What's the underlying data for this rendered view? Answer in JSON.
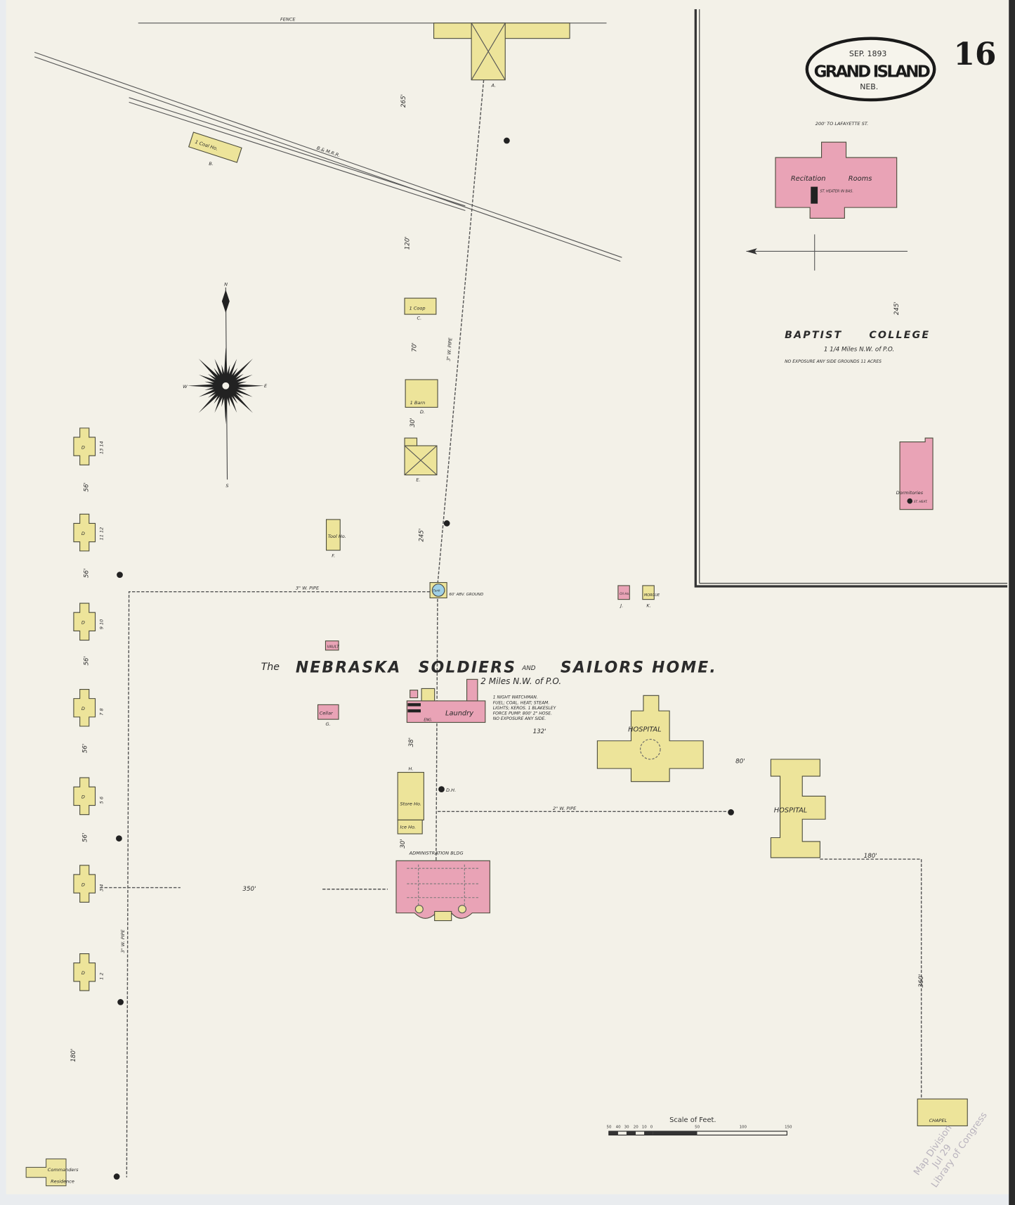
{
  "colors": {
    "paper": "#f3f1e8",
    "brick": "#e9a3b6",
    "frame": "#ede49a",
    "tank": "#9fd0e6",
    "ink": "#2b2b2b",
    "stamp": "#b9b3bd"
  },
  "sheet": {
    "date": "SEP. 1893",
    "city": "GRAND ISLAND",
    "state": "NEB.",
    "number": "16"
  },
  "title": {
    "the": "The",
    "name1": "NEBRASKA",
    "name2": "SOLDIERS",
    "and": "AND",
    "name3": "SAILORS HOME.",
    "distance": "2 Miles N.W. of P.O.",
    "notes": [
      "1 NIGHT WATCHMAN.",
      "FUEL; COAL. HEAT; STEAM.",
      "LIGHTS; KEROS. 1 BLAKESLEY",
      "FORCE PUMP. 800' 2\" HOSE.",
      "NO EXPOSURE ANY SIDE."
    ]
  },
  "labels": {
    "fence": "FENCE",
    "railroad": "B.& M.R.R.",
    "coal": "1 Coal Ho.",
    "coal_letter": "B.",
    "top_letter": "A.",
    "coop": "1 Coop",
    "coop_letter": "C.",
    "barn": "1 Barn",
    "barn_letter": "D.",
    "e_letter": "E.",
    "tool": "Tool Ho.",
    "tool_letter": "F.",
    "pipe1": "3\" W. PIPE",
    "pipe2": "2\" W. PIPE",
    "pipe3": "3\" W. PIPE",
    "tank": "Tank",
    "tank_note": "60' ABV. GROUND",
    "vault": "VAULT",
    "cellar": "Cellar",
    "cellar_letter": "G.",
    "laundry": "Laundry",
    "engine": "ENG.",
    "oil_letter": "J.",
    "oil": "Oil Ho.",
    "morgue": "MORGUE",
    "morgue_letter": "K.",
    "hospital1": "HOSPITAL",
    "hospital2": "HOSPITAL",
    "store": "Store Ho.",
    "store_letter": "H.",
    "ice": "Ice Ho.",
    "dh": "D.H.",
    "admin": "ADMINISTRATION BLDG",
    "chapel": "CHAPEL",
    "commanders1": "Commanders",
    "commanders2": "Residence",
    "cottage": "D",
    "cottage_numbers": [
      "13 14",
      "11 12",
      "9 10",
      "7 8",
      "5 6",
      "3 4",
      "1 2"
    ]
  },
  "dimensions": {
    "d265": "265'",
    "d120": "120'",
    "d70": "70'",
    "d30a": "30'",
    "d245": "245'",
    "d38": "38'",
    "d30b": "30'",
    "d350": "350'",
    "d180a": "180'",
    "d360": "360'",
    "d80": "80'",
    "d132": "132'",
    "d180b": "180'",
    "d56": "56'",
    "d245b": "245'"
  },
  "compass": {
    "n": "N",
    "s": "S",
    "e": "E",
    "w": "W"
  },
  "baptist": {
    "lafayette": "200' TO LAFAYETTE ST.",
    "recitation": "Recitation",
    "rooms": "Rooms",
    "heater": "ST. HEATER IN BAS.",
    "title1": "BAPTIST",
    "title2": "COLLEGE",
    "distance": "1 1/4 Miles N.W. of P.O.",
    "note": "NO EXPOSURE ANY SIDE  GROUNDS 11 ACRES",
    "dormitories": "Dormitories",
    "dorm_heat": "ST. HEAT."
  },
  "scale": {
    "title": "Scale of Feet.",
    "ticks": [
      "50",
      "40",
      "30",
      "20",
      "10",
      "0",
      "50",
      "100",
      "150"
    ]
  },
  "stamp": {
    "line1": "Map Division",
    "line2": "Jul 29",
    "line3": "Library of Congress"
  }
}
